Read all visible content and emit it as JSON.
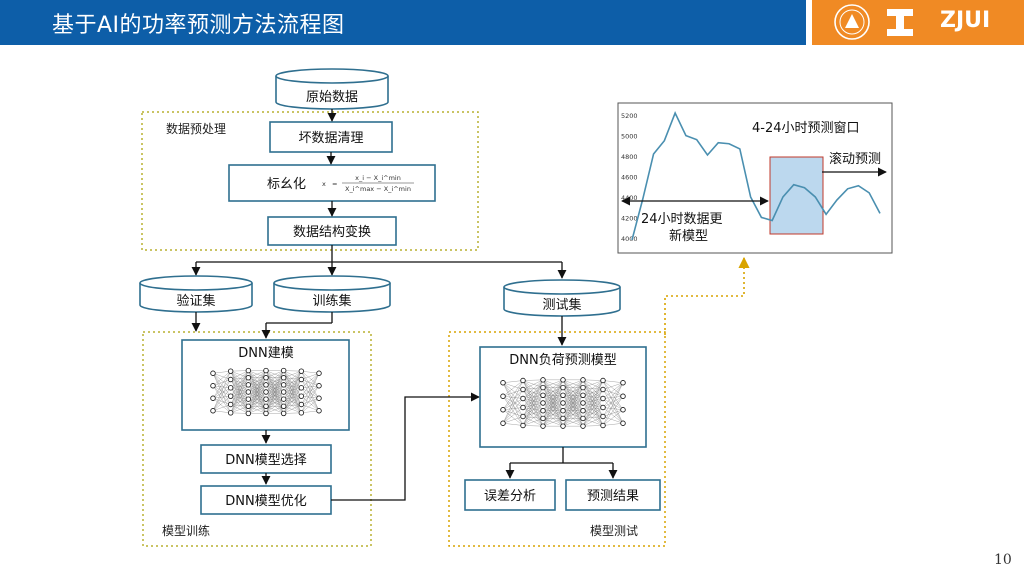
{
  "header": {
    "title": "基于AI的功率预测方法流程图",
    "brand": "ZJUI"
  },
  "page_number": "10",
  "nodes": {
    "raw_data": "原始数据",
    "preprocess_group": "数据预处理",
    "bad_data_clean": "坏数据清理",
    "normalize": "标幺化",
    "formula_lhs": "x",
    "formula_num": "x_i − X_i^min",
    "formula_den": "X_i^max − X_i^min",
    "structure_transform": "数据结构变换",
    "validation_set": "验证集",
    "training_set": "训练集",
    "test_set": "测试集",
    "dnn_build": "DNN建模",
    "dnn_select": "DNN模型选择",
    "dnn_optimize": "DNN模型优化",
    "train_group": "模型训练",
    "dnn_predict": "DNN负荷预测模型",
    "error_analysis": "误差分析",
    "predict_result": "预测结果",
    "test_group": "模型测试"
  },
  "inset": {
    "window_label": "4-24小时预测窗口",
    "rolling_label": "滚动预测",
    "update_label_1": "24小时数据更",
    "update_label_2": "新模型",
    "y_ticks": [
      "5200",
      "5000",
      "4800",
      "4600",
      "4400",
      "4200",
      "4000"
    ]
  },
  "chart_data": {
    "type": "line",
    "ylim": [
      3950,
      5250
    ],
    "y_ticks": [
      4000,
      4200,
      4400,
      4600,
      4800,
      5000,
      5200
    ],
    "values": [
      3980,
      4380,
      4820,
      4950,
      5220,
      5000,
      4960,
      4810,
      4930,
      4920,
      4870,
      4400,
      4200,
      4170,
      4400,
      4520,
      4490,
      4400,
      4230,
      4370,
      4480,
      4510,
      4440,
      4240
    ]
  },
  "colors": {
    "header": "#0d5ea8",
    "brand": "#f08a24",
    "line": "#4a8fb0",
    "highlight_fill": "#bcd8ee",
    "highlight_border": "#c0392b",
    "group_border": "#b8b030"
  }
}
